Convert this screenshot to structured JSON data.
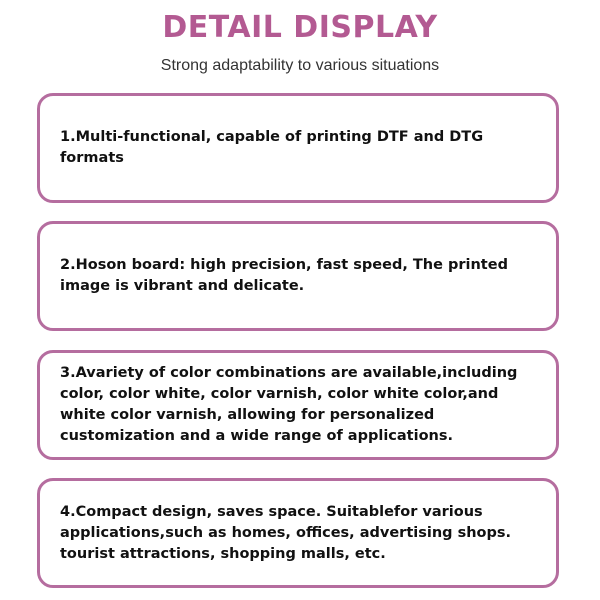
{
  "header": {
    "title": "DETAIL DISPLAY",
    "subtitle": "Strong adaptability to various situations"
  },
  "cards": [
    {
      "text": "1.Multi-functional, capable of printing DTF and DTG formats"
    },
    {
      "text": "2.Hoson board: high precision, fast speed, The printed image is vibrant and delicate."
    },
    {
      "text": "3.Avariety of color combinations are available,including color, color white, color varnish, color white color,and white color varnish, allowing for personalized customization and a wide range of applications."
    },
    {
      "text": "4.Compact design, saves space. Suitablefor various applications,such as homes, offices, advertising shops. tourist attractions, shopping malls, etc."
    }
  ],
  "colors": {
    "accent": "#b35a92",
    "border": "#b56d9f",
    "text": "#111111"
  }
}
